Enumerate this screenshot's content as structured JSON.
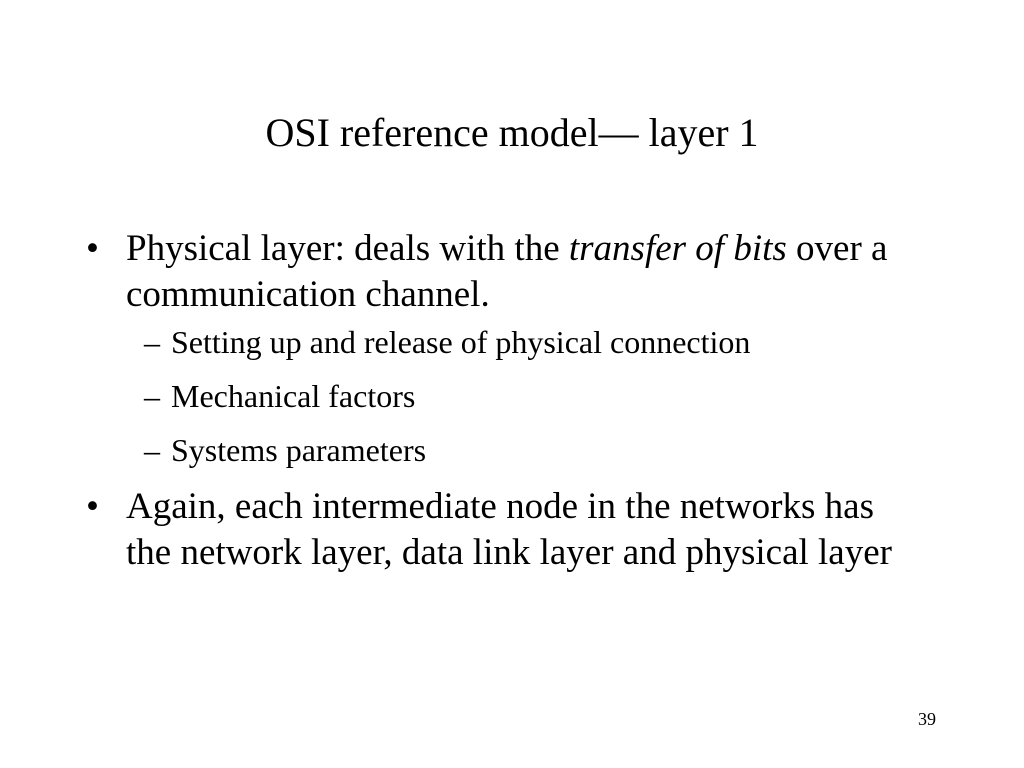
{
  "slide": {
    "title": "OSI reference model— layer 1",
    "bullets": [
      {
        "marker": "•",
        "text_before": "Physical layer: deals with the ",
        "text_emphasis": "transfer of bits",
        "text_after": " over a communication channel.",
        "sub_items": [
          {
            "marker": "–",
            "text": "Setting up and release of physical connection"
          },
          {
            "marker": "–",
            "text": "Mechanical factors"
          },
          {
            "marker": "–",
            "text": "Systems parameters"
          }
        ]
      },
      {
        "marker": "•",
        "text": "Again, each intermediate node in the networks has the network layer, data link layer and physical layer"
      }
    ],
    "page_number": "39"
  }
}
